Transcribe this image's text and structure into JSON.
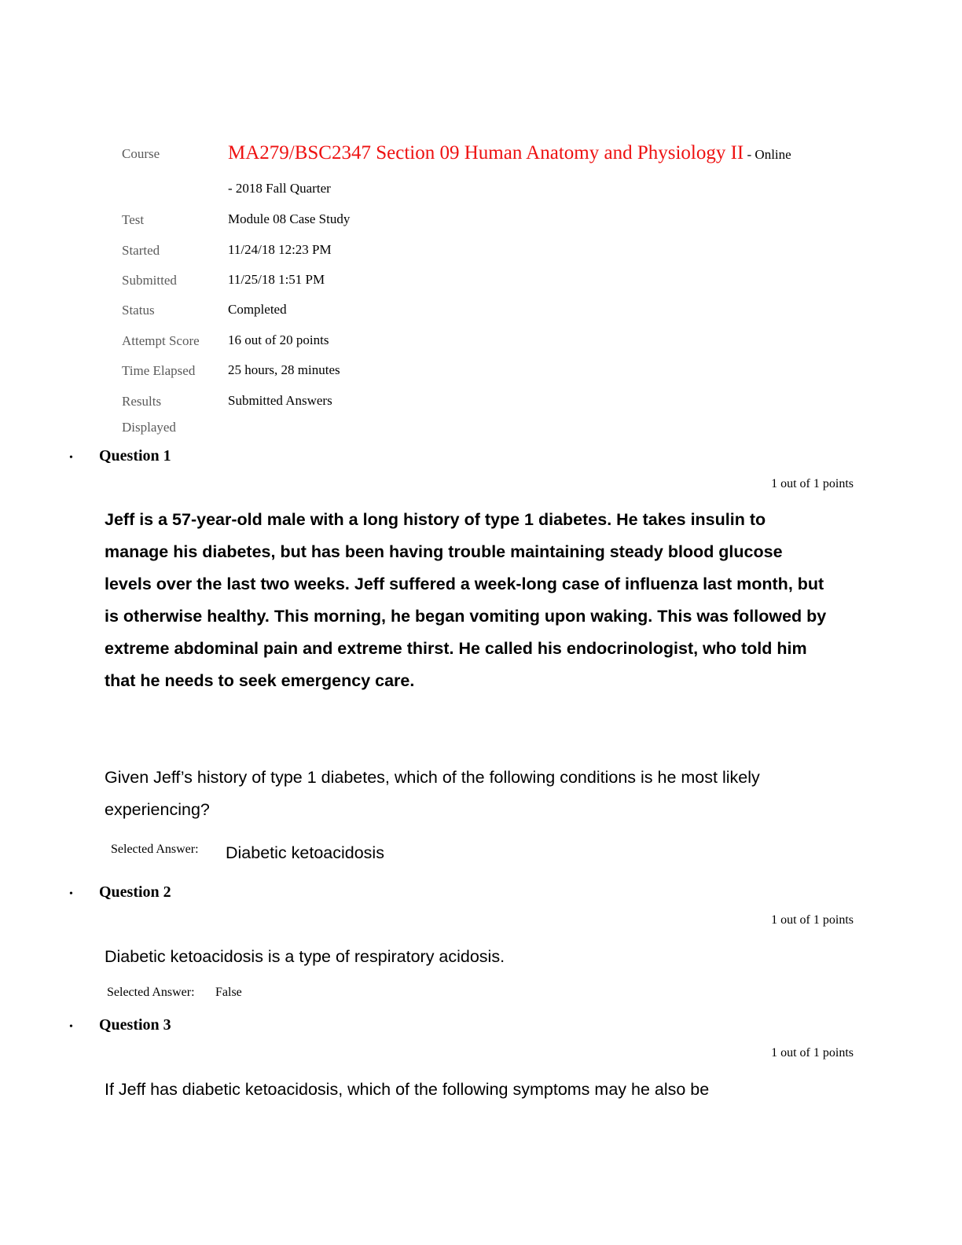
{
  "header": {
    "course_label": "Course",
    "course_title": "MA279/BSC2347 Section 09 Human Anatomy and Physiology II",
    "course_suffix_1": " - Online",
    "course_suffix_2": "- 2018 Fall Quarter",
    "test_label": "Test",
    "test_value": "Module 08 Case Study",
    "started_label": "Started",
    "started_value": "11/24/18 12:23 PM",
    "submitted_label": "Submitted",
    "submitted_value": "11/25/18 1:51 PM",
    "status_label": "Status",
    "status_value": "Completed",
    "score_label": "Attempt Score",
    "score_value": "16 out of 20 points",
    "elapsed_label": "Time Elapsed",
    "elapsed_value": "25 hours, 28 minutes",
    "results_label_1": "Results",
    "results_label_2": "Displayed",
    "results_value": "Submitted Answers"
  },
  "questions": [
    {
      "bullet": "•",
      "title": "Question 1",
      "points": "1 out of 1 points",
      "scenario": "Jeff is a 57-year-old male with a long history of type 1 diabetes. He takes insulin to manage his diabetes, but has been having trouble maintaining steady blood glucose levels over the last two weeks. Jeff suffered a week-long case of influenza last month, but is otherwise healthy. This morning, he began vomiting upon waking. This was followed by extreme abdominal pain and extreme thirst. He called his endocrinologist, who told him that he needs to seek emergency care.",
      "prompt": "Given Jeff’s history of type 1 diabetes, which of the following conditions is he most likely experiencing?",
      "selected_label": "Selected Answer:",
      "selected_value": "Diabetic ketoacidosis"
    },
    {
      "bullet": "•",
      "title": "Question 2",
      "points": "1 out of 1 points",
      "prompt": "Diabetic ketoacidosis is a type of respiratory acidosis.",
      "selected_label": "Selected Answer:",
      "selected_value": "False"
    },
    {
      "bullet": "•",
      "title": "Question 3",
      "points": "1 out of 1 points",
      "prompt": "If Jeff has diabetic ketoacidosis, which of the following symptoms may he also be"
    }
  ]
}
